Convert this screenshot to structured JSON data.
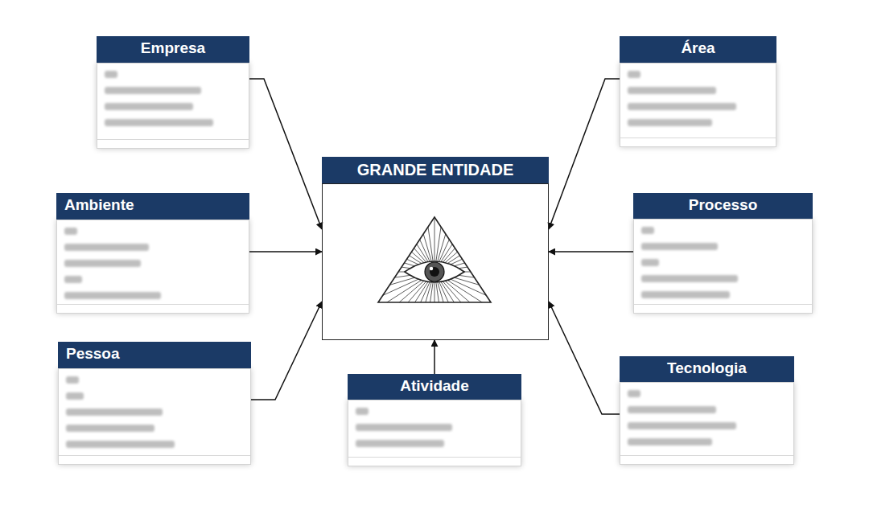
{
  "diagram": {
    "nodes": [
      {
        "text": [
          "Empresa"
        ]
      },
      {
        "text": [
          "Área"
        ]
      },
      {
        "text": [
          "GRANDE ENTIDADE"
        ]
      },
      {
        "text": [
          "Ambiente"
        ]
      },
      {
        "text": [
          "Processo"
        ]
      },
      {
        "text": [
          "Pessoa"
        ]
      },
      {
        "text": [
          "Atividade"
        ]
      },
      {
        "text": [
          "Tecnologia"
        ]
      }
    ],
    "edges": [
      {
        "from": 0,
        "to": 2,
        "arrow": "to"
      },
      {
        "from": 1,
        "to": 2,
        "arrow": "to"
      },
      {
        "from": 3,
        "to": 2,
        "arrow": "to"
      },
      {
        "from": 4,
        "to": 2,
        "arrow": "to"
      },
      {
        "from": 5,
        "to": 2,
        "arrow": "to"
      },
      {
        "from": 6,
        "to": 2,
        "arrow": "to"
      },
      {
        "from": 7,
        "to": 2,
        "arrow": "to"
      }
    ]
  }
}
